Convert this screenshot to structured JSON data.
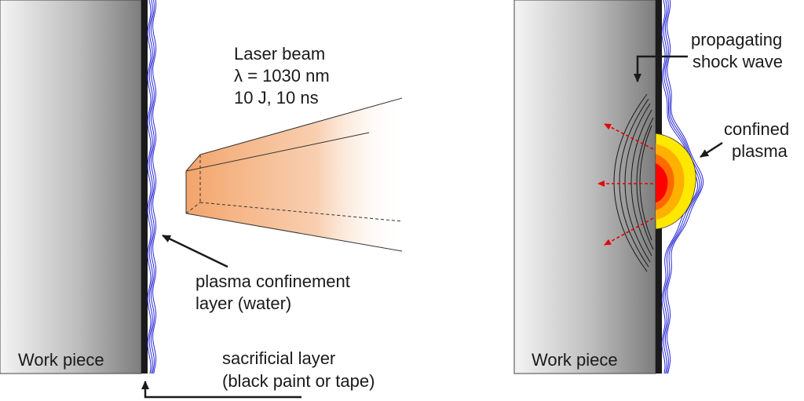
{
  "left_panel": {
    "workpiece_label": "Work piece",
    "laser": {
      "line1": "Laser beam",
      "line2": "λ = 1030 nm",
      "line3": "10 J, 10 ns"
    },
    "confinement": {
      "line1": "plasma confinement",
      "line2": "layer (water)"
    },
    "sacrificial": {
      "line1": "sacrificial layer",
      "line2": "(black paint or tape)"
    }
  },
  "right_panel": {
    "workpiece_label": "Work piece",
    "shock": {
      "line1": "propagating",
      "line2": "shock wave"
    },
    "plasma": {
      "line1": "confined",
      "line2": "plasma"
    }
  },
  "colors": {
    "laser": "#f3a46a",
    "water": "#2b2bd6",
    "sacrificial": "#1a1a1a",
    "plasma_outer": "#ffe800",
    "plasma_mid": "#ffb000",
    "plasma_inner": "#ff6a00",
    "plasma_core": "#ff0000",
    "arrow_red": "#e60000"
  }
}
